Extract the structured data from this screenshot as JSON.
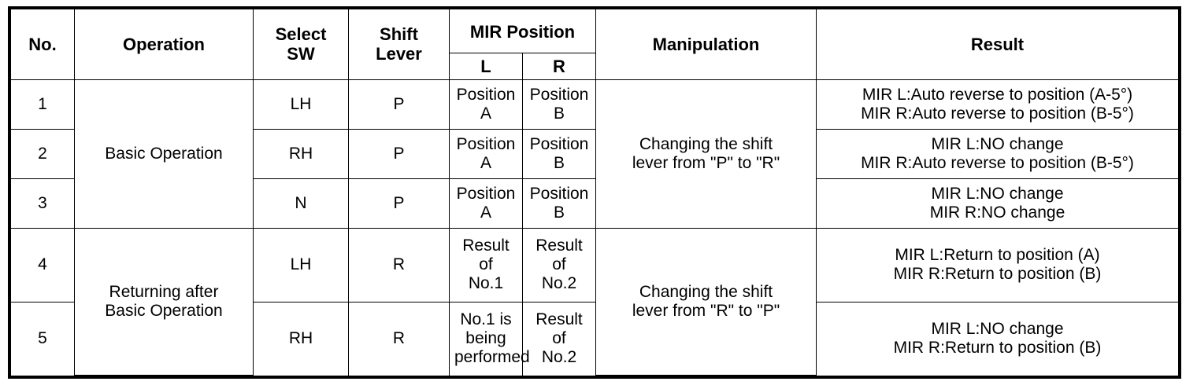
{
  "table": {
    "headers": {
      "no": "No.",
      "operation": "Operation",
      "select_sw": "Select\nSW",
      "shift_lever": "Shift\nLever",
      "mir_position": "MIR Position",
      "mir_l": "L",
      "mir_r": "R",
      "manipulation": "Manipulation",
      "result": "Result"
    },
    "groups": [
      {
        "operation": "Basic Operation",
        "manipulation": "Changing the shift\nlever from \"P\" to \"R\"",
        "rows": [
          {
            "no": "1",
            "select_sw": "LH",
            "shift_lever": "P",
            "mir_l": "Position A",
            "mir_r": "Position B",
            "result": "MIR L:Auto reverse to position (A-5°)\nMIR R:Auto reverse to position (B-5°)"
          },
          {
            "no": "2",
            "select_sw": "RH",
            "shift_lever": "P",
            "mir_l": "Position A",
            "mir_r": "Position B",
            "result": "MIR L:NO change\nMIR R:Auto reverse to position (B-5°)"
          },
          {
            "no": "3",
            "select_sw": "N",
            "shift_lever": "P",
            "mir_l": "Position A",
            "mir_r": "Position B",
            "result": "MIR L:NO change\nMIR R:NO change"
          }
        ]
      },
      {
        "operation": "Returning after\nBasic Operation",
        "manipulation": "Changing the shift\nlever from \"R\" to \"P\"",
        "rows": [
          {
            "no": "4",
            "select_sw": "LH",
            "shift_lever": "R",
            "mir_l": "Result of\nNo.1",
            "mir_r": "Result of\nNo.2",
            "result": "MIR L:Return to position (A)\nMIR R:Return to position (B)"
          },
          {
            "no": "5",
            "select_sw": "RH",
            "shift_lever": "R",
            "mir_l": "No.1 is\nbeing\nperformed",
            "mir_r": "Result of\nNo.2",
            "result": "MIR L:NO change\nMIR R:Return to position (B)"
          }
        ]
      }
    ]
  },
  "colors": {
    "border": "#000000",
    "background": "#ffffff",
    "text": "#000000"
  }
}
